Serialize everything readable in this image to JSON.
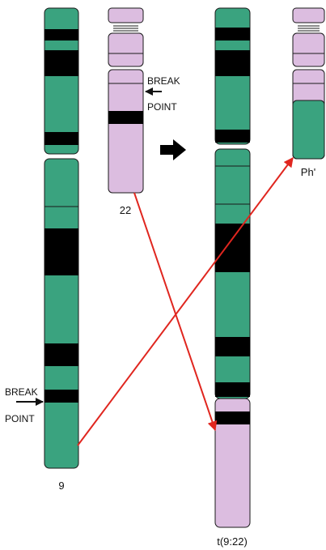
{
  "labels": {
    "chromosome_9": "9",
    "chromosome_22": "22",
    "translocated_9": "t(9:22)",
    "philadelphia": "Ph'",
    "breakpoint_9_line1": "BREAK",
    "breakpoint_9_line2": "POINT",
    "breakpoint_22_line1": "BREAK",
    "breakpoint_22_line2": "POINT"
  },
  "colors": {
    "chromosome_9_green": "#3aa37f",
    "chromosome_22_lilac": "#dcbde0",
    "band_black": "#000000",
    "outline": "#1a1a1a",
    "translocation_arrow": "#e0261f",
    "transition_arrow": "#000000"
  },
  "icons": {
    "breakpoint_pointer": "left-arrow-icon",
    "transition": "right-arrow-icon"
  }
}
